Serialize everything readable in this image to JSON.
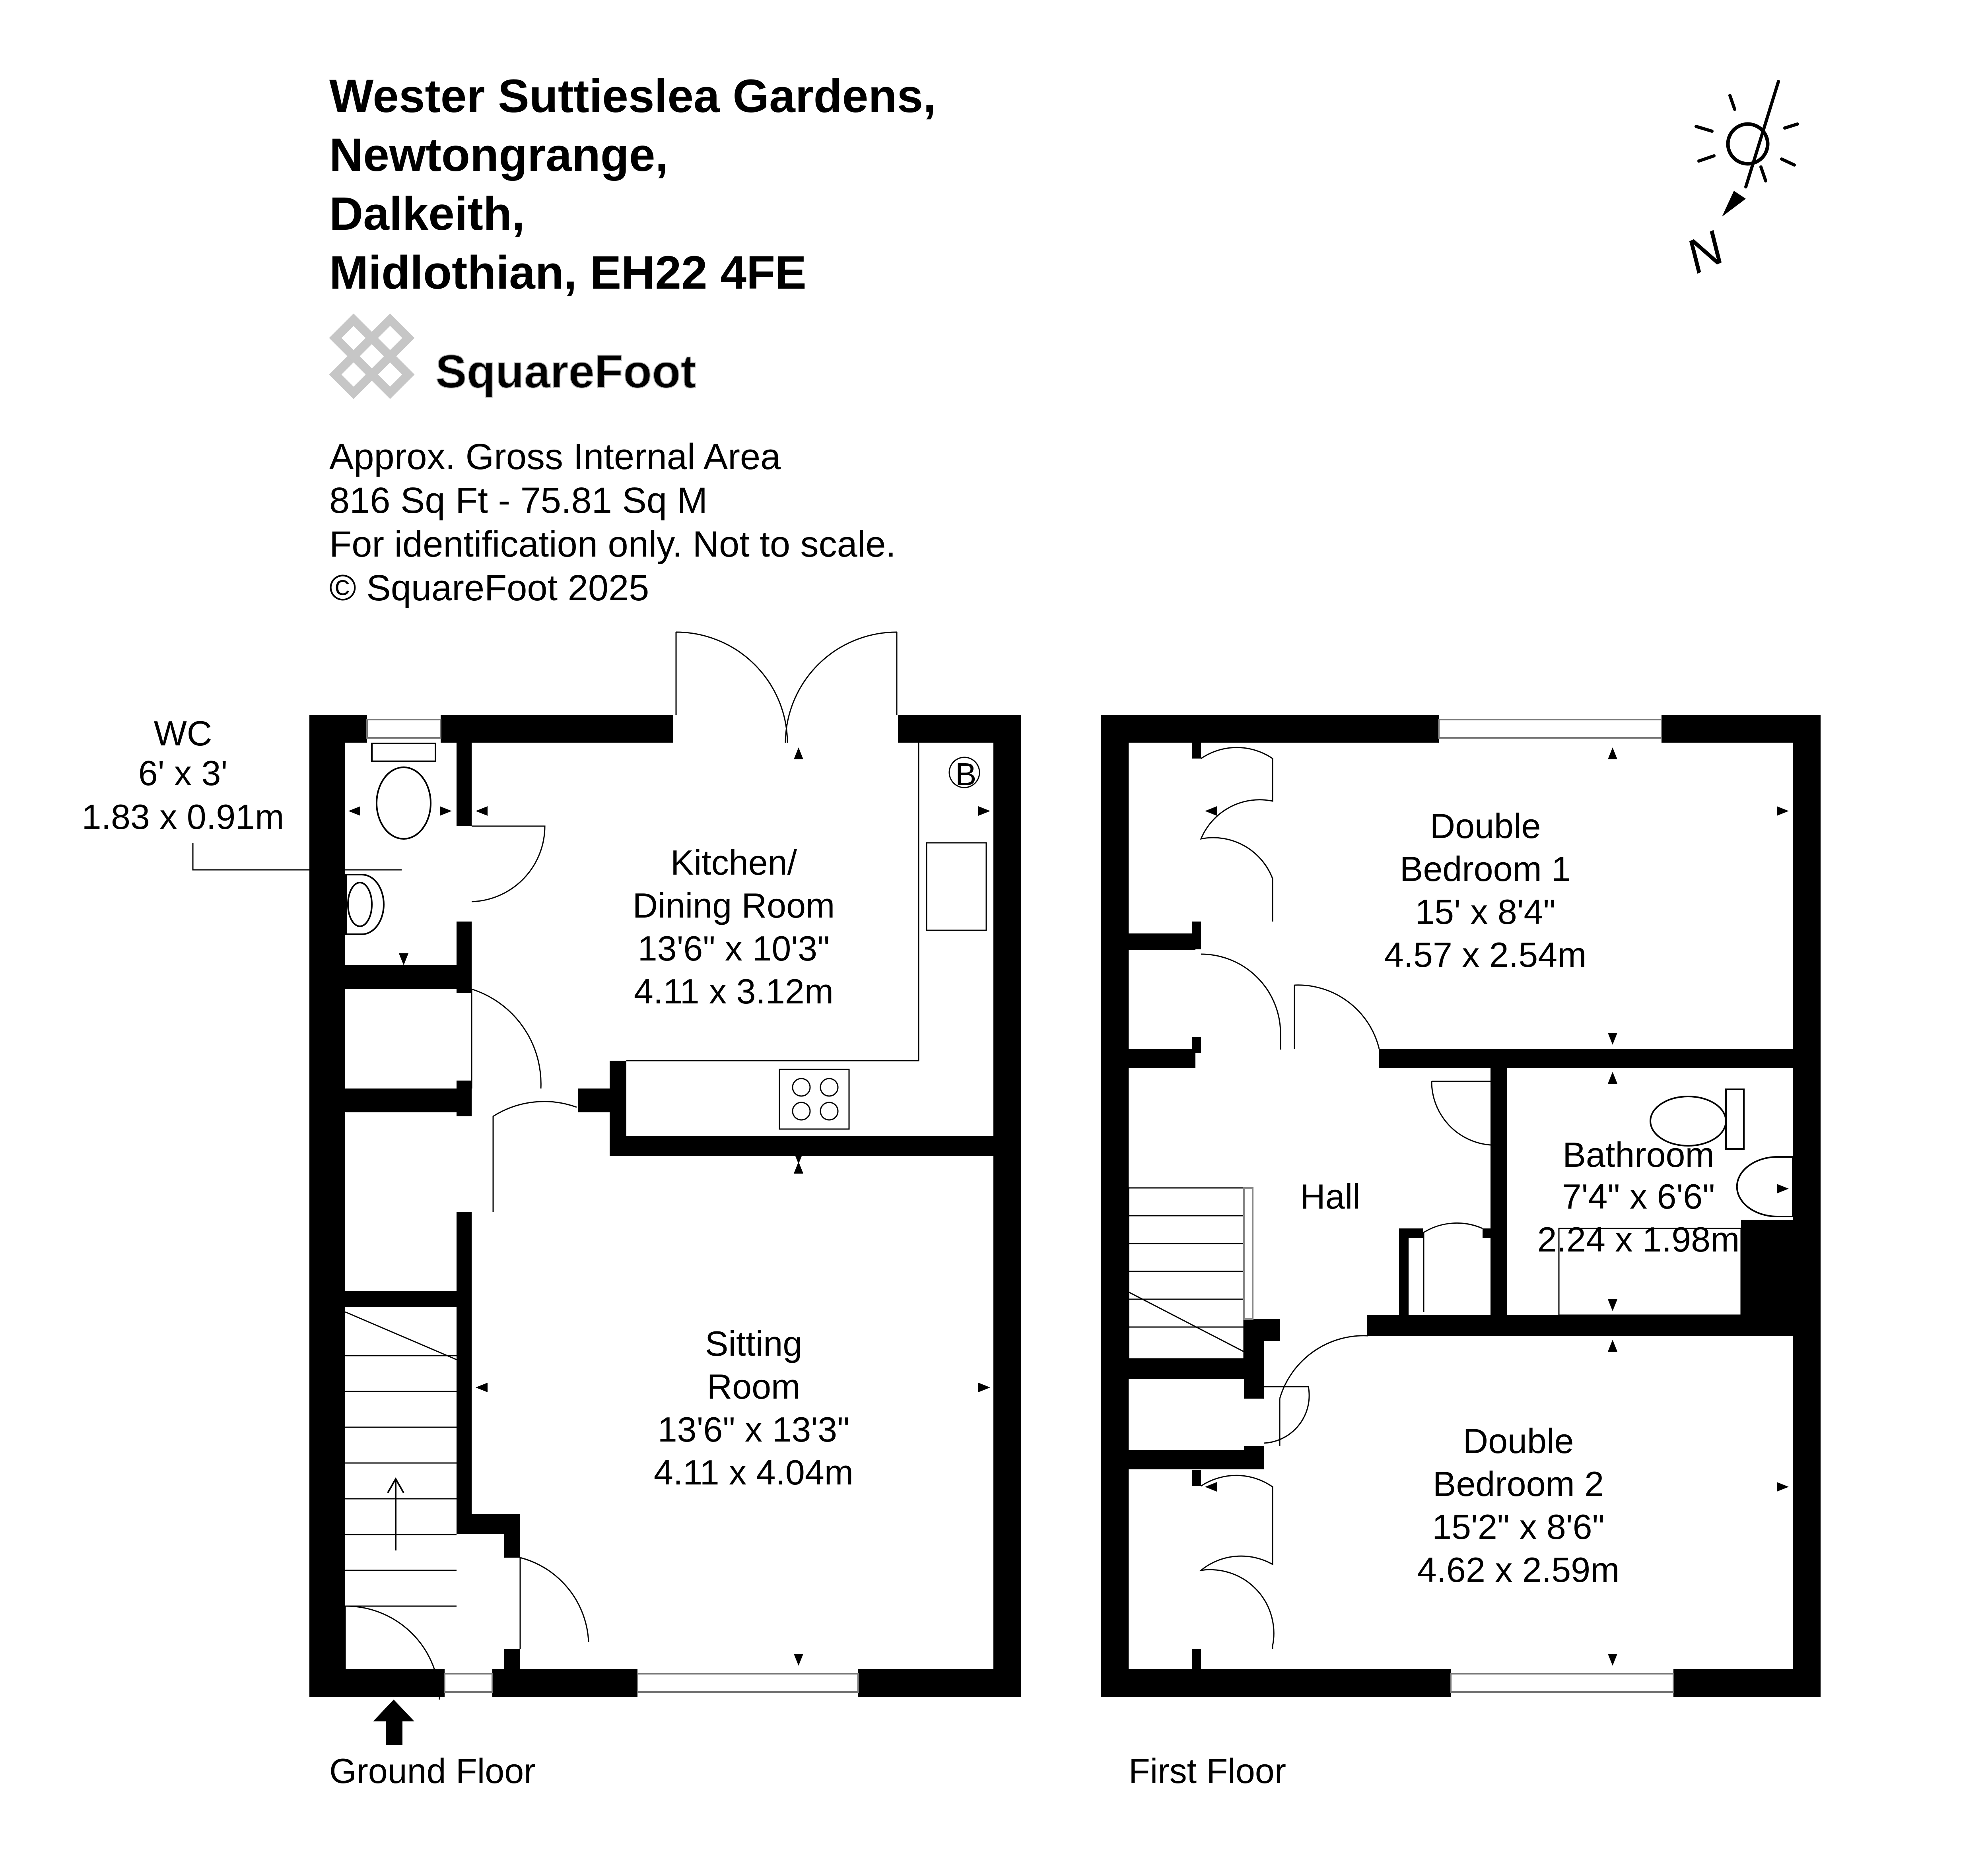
{
  "address": {
    "line1": "Wester Suttieslea Gardens,",
    "line2": "Newtongrange,",
    "line3": "Dalkeith,",
    "line4": "Midlothian, EH22 4FE"
  },
  "brand": {
    "logo_text": "SquareFoot",
    "logo_color": "#c9c9c9"
  },
  "area": {
    "line1": "Approx. Gross Internal Area",
    "line2": "816 Sq Ft  -  75.81 Sq M",
    "line3": "For identification only. Not to scale.",
    "line4": "© SquareFoot 2025"
  },
  "compass": {
    "label": "N",
    "icon": "sun-compass-icon"
  },
  "ground_floor": {
    "label": "Ground Floor",
    "boiler_label": "B",
    "wc": {
      "name": "WC",
      "imperial": "6' x 3'",
      "metric": "1.83 x 0.91m"
    },
    "kitchen": {
      "name1": "Kitchen/",
      "name2": "Dining Room",
      "imperial": "13'6\" x 10'3\"",
      "metric": "4.11 x 3.12m"
    },
    "sitting": {
      "name1": "Sitting",
      "name2": "Room",
      "imperial": "13'6\" x 13'3\"",
      "metric": "4.11 x 4.04m"
    }
  },
  "first_floor": {
    "label": "First Floor",
    "bed1": {
      "name1": "Double",
      "name2": "Bedroom 1",
      "imperial": "15' x 8'4\"",
      "metric": "4.57 x 2.54m"
    },
    "bathroom": {
      "name": "Bathroom",
      "imperial": "7'4\" x 6'6\"",
      "metric": "2.24 x 1.98m"
    },
    "hall": {
      "name": "Hall"
    },
    "bed2": {
      "name1": "Double",
      "name2": "Bedroom 2",
      "imperial": "15'2\" x 8'6\"",
      "metric": "4.62 x 2.59m"
    }
  }
}
